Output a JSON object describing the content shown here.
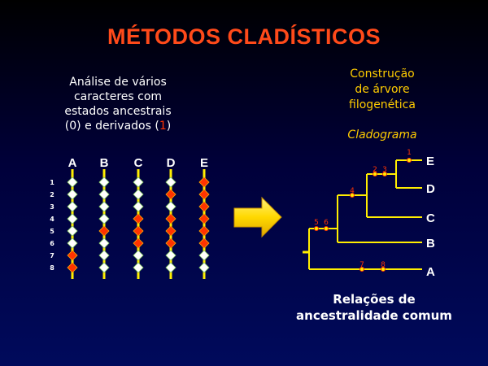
{
  "slide": {
    "title": "MÉTODOS CLADÍSTICOS",
    "left_lines": [
      "Análise de vários",
      "caracteres com",
      "estados ancestrais"
    ],
    "left_last": {
      "pre": "(0) e derivados (",
      "one": "1",
      "post": ")"
    },
    "right_lines": [
      "Construção",
      "de árvore",
      "filogenética"
    ],
    "cladogram_label": "Cladograma",
    "bottom_lines": [
      "Relações de",
      "ancestralidade comum"
    ]
  },
  "matrix": {
    "taxa": [
      "A",
      "B",
      "C",
      "D",
      "E"
    ],
    "row_labels": [
      "1",
      "2",
      "3",
      "4",
      "5",
      "6",
      "7",
      "8"
    ],
    "states": [
      [
        0,
        0,
        0,
        0,
        0,
        0,
        1,
        1
      ],
      [
        0,
        0,
        0,
        0,
        1,
        0,
        0,
        0
      ],
      [
        0,
        0,
        0,
        1,
        1,
        1,
        0,
        0
      ],
      [
        0,
        1,
        0,
        1,
        1,
        1,
        0,
        0
      ],
      [
        1,
        1,
        1,
        1,
        1,
        1,
        0,
        0
      ]
    ],
    "colors": {
      "ancestral": "#ffffff",
      "derived": "#ff3300",
      "column": "#ffee00"
    }
  },
  "tree": {
    "tips": [
      "E",
      "D",
      "C",
      "B",
      "A"
    ],
    "markers": [
      "1",
      "2",
      "3",
      "4",
      "5",
      "6",
      "7",
      "8"
    ]
  }
}
